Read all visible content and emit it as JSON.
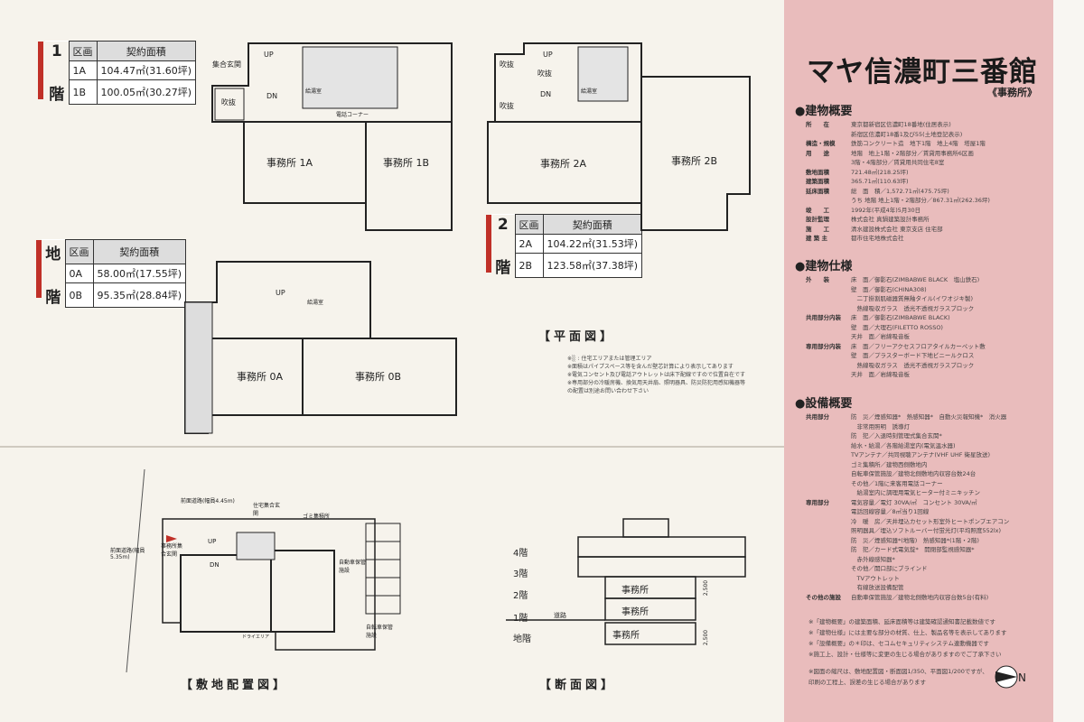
{
  "plans": {
    "f1": {
      "floor_num": "1",
      "floor_kai": "階",
      "h_block": "区画",
      "h_area": "契約面積",
      "rows": [
        {
          "block": "1A",
          "area": "104.47㎡(31.60坪)"
        },
        {
          "block": "1B",
          "area": "100.05㎡(30.27坪)"
        }
      ],
      "labels": {
        "entrance": "集合玄関",
        "void": "吹抜",
        "up": "UP",
        "dn": "DN",
        "elec": "電話コーナー",
        "office_a": "事務所 1A",
        "office_b": "事務所 1B",
        "kitchen": "給湯室"
      }
    },
    "b1": {
      "floor_num": "地",
      "floor_kai": "階",
      "h_block": "区画",
      "h_area": "契約面積",
      "rows": [
        {
          "block": "0A",
          "area": "58.00㎡(17.55坪)"
        },
        {
          "block": "0B",
          "area": "95.35㎡(28.84坪)"
        }
      ],
      "labels": {
        "up": "UP",
        "office_a": "事務所 0A",
        "office_b": "事務所 0B",
        "kitchen": "給湯室"
      }
    },
    "f2": {
      "floor_num": "2",
      "floor_kai": "階",
      "h_block": "区画",
      "h_area": "契約面積",
      "rows": [
        {
          "block": "2A",
          "area": "104.22㎡(31.53坪)"
        },
        {
          "block": "2B",
          "area": "123.58㎡(37.38坪)"
        }
      ],
      "labels": {
        "void1": "吹抜",
        "void2": "吹抜",
        "void3": "吹抜",
        "up": "UP",
        "dn": "DN",
        "kitchen": "給湯室",
        "office_a": "事務所 2A",
        "office_b": "事務所 2B"
      }
    },
    "title": "【平面図】",
    "notes": [
      "※░ : 住宅エリアまたは管理エリア",
      "※面積はパイプスペース等を含んだ壁芯計算により表示してあります",
      "※電気コンセント及び電話アウトレットは床下配線ですので位置自在です",
      "※専用部分の冷暖房機、換気用天井扇、照明器具、防災防犯用感知機器等",
      "の配置は別途お問い合わせ下さい"
    ]
  },
  "site": {
    "title": "【敷地配置図】",
    "road_front": "前面道路(幅員4.45m)",
    "road_side": "前面道路(幅員5.35m)",
    "residence_entrance": "住宅集合玄関",
    "office_entrance": "事務所集合玄関",
    "garbage": "ゴミ集積所",
    "parking": "自動車保管施設",
    "bicycle": "自転車保管施設",
    "dry_area": "ドライエリア",
    "up": "UP",
    "dn": "DN"
  },
  "section": {
    "title": "【断面図】",
    "floors": [
      "4階",
      "3階",
      "2階",
      "1階",
      "地階"
    ],
    "road": "道路",
    "office": "事務所",
    "dim": "2,500"
  },
  "info": {
    "title": "マヤ信濃町三番館",
    "subtitle": "《事務所》",
    "sections": [
      {
        "heading": "●建物概要",
        "rows": [
          [
            "所　　在",
            "東京都新宿区信濃町18番地(住居表示)"
          ],
          [
            "",
            "新宿区信濃町18番1及び55(土地登記表示)"
          ],
          [
            "構造・規模",
            "鉄筋コンクリート造　地下1階　地上4階　塔屋1階"
          ],
          [
            "用　　途",
            "地階　地上1階・2階部分／賃貸用事務所6区画"
          ],
          [
            "",
            "3階・4階部分／賃貸用共同住宅8室"
          ],
          [
            "敷地面積",
            "721.48㎡(218.25坪)"
          ],
          [
            "建築面積",
            "365.71㎡(110.63坪)"
          ],
          [
            "延床面積",
            "総　面　積／1,572.71㎡(475.75坪)"
          ],
          [
            "",
            "うち 地階 地上1階・2階部分／867.31㎡(262.36坪)"
          ],
          [
            "竣　　工",
            "1992年(平成4年)5月30日"
          ],
          [
            "設計監理",
            "株式会社 真鍋建築設計事務所"
          ],
          [
            "施　　工",
            "清水建設株式会社 東京支店 住宅部"
          ],
          [
            "建 築 主",
            "都市住宅地株式会社"
          ]
        ]
      },
      {
        "heading": "●建物仕様",
        "rows": [
          [
            "外　　装",
            "床　面／御影石(ZIMBABWE BLACK　塩山鉄石)"
          ],
          [
            "",
            "壁　面／御影石(CHINA308)"
          ],
          [
            "",
            "　二丁掛割肌磁器質無釉タイル(イワオジキ製)"
          ],
          [
            "",
            "　熱線吸収ガラス　透光不透視ガラスブロック"
          ],
          [
            "共用部分内装",
            "床　面／御影石(ZIMBABWE BLACK)"
          ],
          [
            "",
            "壁　面／大理石(FILETTO ROSSO)"
          ],
          [
            "",
            "天井　面／岩綿吸音板"
          ],
          [
            "専用部分内装",
            "床　面／フリーアクセスフロアタイルカーペット敷"
          ],
          [
            "",
            "壁　面／プラスターボード下地ビニールクロス"
          ],
          [
            "",
            "　熱線吸収ガラス　透光不透視ガラスブロック"
          ],
          [
            "",
            "天井　面／岩綿吸音板"
          ]
        ]
      },
      {
        "heading": "●設備概要",
        "rows": [
          [
            "共用部分",
            "防　災／煙感知器*　熱感知器*　自動火災報知機*　消火器"
          ],
          [
            "",
            "　非常用照明　誘導灯"
          ],
          [
            "",
            "防　犯／入退時刻管理式集合玄関*"
          ],
          [
            "",
            "給水・給湯／各階給湯室内(電気温水器)"
          ],
          [
            "",
            "TVアンテナ／共同視聴アンテナ(VHF UHF 衛星放送)"
          ],
          [
            "",
            "ゴミ集積所／建物西側敷地内"
          ],
          [
            "",
            "自転車保管施設／建物北側敷地内収容台数24台"
          ],
          [
            "",
            "その他／1階に来客用電話コーナー"
          ],
          [
            "",
            "　給湯室内に調理用電気ヒーター付ミニキッチン"
          ],
          [
            "専用部分",
            "電気容量／電灯 30VA/㎡　コンセント 30VA/㎡"
          ],
          [
            "",
            "電話回線容量／8㎡当り1回線"
          ],
          [
            "",
            "冷　暖　房／天井埋込カセット形室外ヒートポンプエアコン"
          ],
          [
            "",
            "照明器具／埋込ソフトルーバー付蛍光灯(平均照度552lx)"
          ],
          [
            "",
            "防　災／煙感知器*(地階)　熱感知器*(1階・2階)"
          ],
          [
            "",
            "防　犯／カード式電気錠*　開閉部監視感知器*"
          ],
          [
            "",
            "　赤外線感知器*"
          ],
          [
            "",
            "その他／開口部にブラインド"
          ],
          [
            "",
            "　TVアウトレット"
          ],
          [
            "",
            "　有線放送設備配管"
          ],
          [
            "その他の施設",
            "自動車保管施設／建物北側敷地内収容台数5台(有料)"
          ]
        ]
      }
    ],
    "footnotes": [
      "※「建物概要」の建築面積、延床面積等は建築確認通知書記載数値です",
      "※「建物仕様」には主要な部分の材質、仕上、製品名等を表示してあります",
      "※「設備概要」の＊印は、セコムセキュリティシステム連動機器です",
      "※施工上、設計・仕様等に変更の生じる場合がありますのでご了承下さい"
    ],
    "scale_note": [
      "※図面の縮尺は、敷地配置図・断面図1/350、平面図1/200ですが、",
      "印刷の工程上、誤差の生じる場合があります"
    ],
    "north": "N"
  },
  "colors": {
    "panel": "#e9bcbc",
    "accent": "#c03028",
    "paper": "#f6f3ec"
  }
}
